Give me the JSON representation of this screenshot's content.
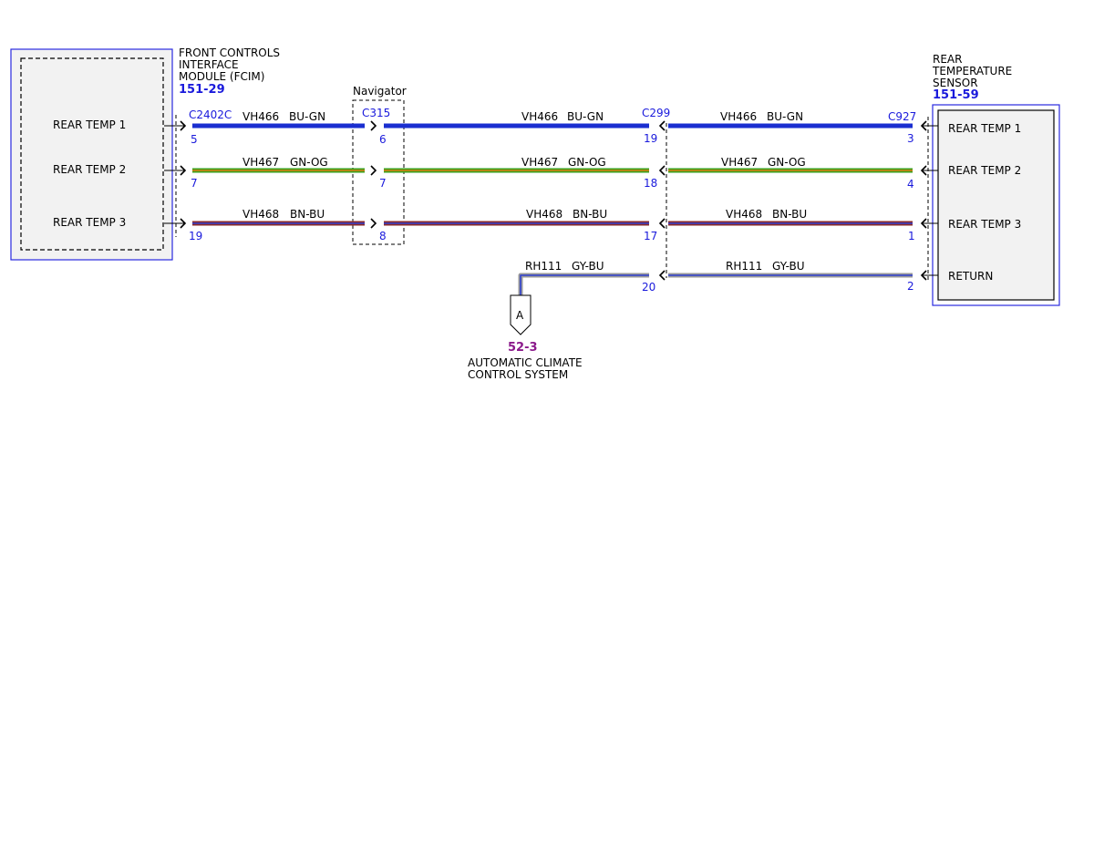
{
  "fcim": {
    "title_lines": [
      "FRONT CONTROLS",
      "INTERFACE",
      "MODULE (FCIM)"
    ],
    "ref": "151-29",
    "connector": "C2402C",
    "pins": [
      {
        "label": "REAR TEMP 1",
        "pin": "5"
      },
      {
        "label": "REAR TEMP 2",
        "pin": "7"
      },
      {
        "label": "REAR TEMP 3",
        "pin": "19"
      }
    ]
  },
  "navigator": {
    "label": "Navigator",
    "connector": "C315",
    "pins": [
      "6",
      "7",
      "8"
    ]
  },
  "c299": {
    "connector": "C299",
    "pins": [
      "19",
      "18",
      "17",
      "20"
    ]
  },
  "sensor": {
    "title_lines": [
      "REAR",
      "TEMPERATURE",
      "SENSOR"
    ],
    "ref": "151-59",
    "connector": "C927",
    "pins": [
      {
        "label": "REAR TEMP 1",
        "pin": "3"
      },
      {
        "label": "REAR TEMP 2",
        "pin": "4"
      },
      {
        "label": "REAR TEMP 3",
        "pin": "1"
      },
      {
        "label": "RETURN",
        "pin": "2"
      }
    ]
  },
  "wires": [
    {
      "circuit": "VH466",
      "color_code": "BU-GN",
      "main": "#1a2fd0",
      "stripe": "#1a2fd0"
    },
    {
      "circuit": "VH467",
      "color_code": "GN-OG",
      "main": "#3aa01c",
      "stripe": "#e07a10"
    },
    {
      "circuit": "VH468",
      "color_code": "BN-BU",
      "main": "#8a2a2a",
      "stripe": "#3040d0"
    },
    {
      "circuit": "RH111",
      "color_code": "GY-BU",
      "main": "#9a9a9a",
      "stripe": "#3040d0"
    }
  ],
  "offpage": {
    "letter": "A",
    "ref": "52-3",
    "title_lines": [
      "AUTOMATIC CLIMATE",
      "CONTROL SYSTEM"
    ]
  },
  "colors": {
    "box_outline": "#2a2ae0",
    "box_fill": "#f2f2f2",
    "pin_text": "#1a1adc",
    "ref_offpage": "#8b1a8b"
  }
}
